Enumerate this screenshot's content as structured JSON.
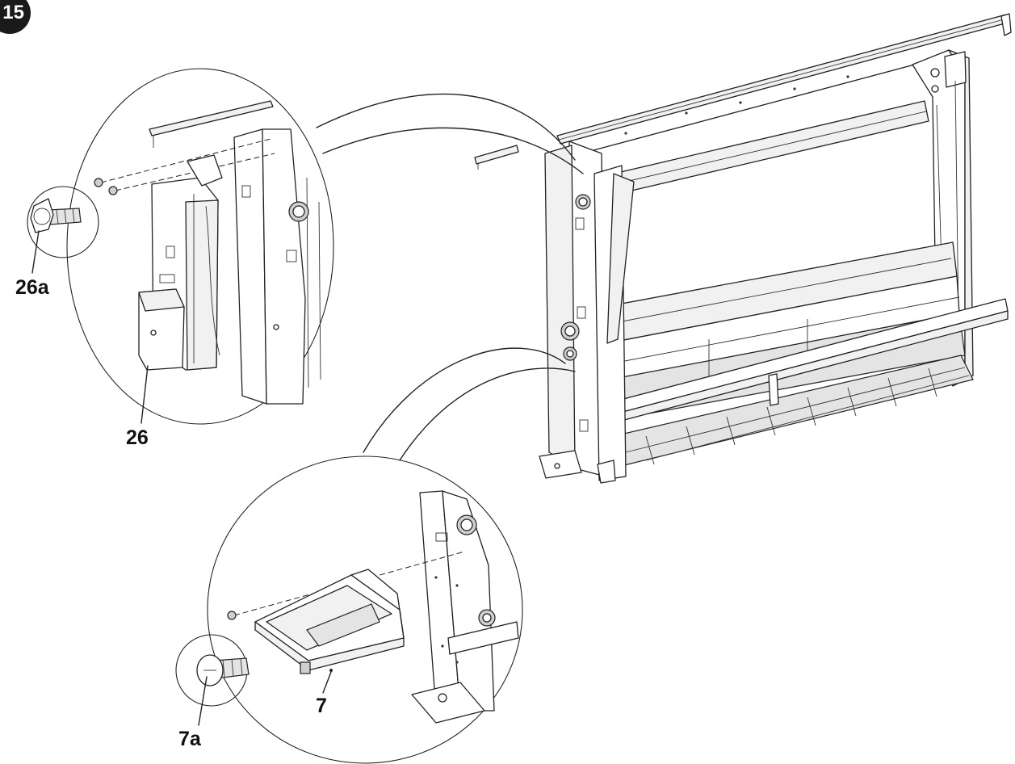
{
  "figure": {
    "step_number": "15",
    "callouts": {
      "screw_26a": "26a",
      "box_26": "26",
      "tray_7": "7",
      "screw_7a": "7a"
    }
  },
  "colors": {
    "line": "#222222",
    "fill_light": "#f1f1f1",
    "fill_dark": "#cfcfcf",
    "badge": "#1a1a1a"
  }
}
